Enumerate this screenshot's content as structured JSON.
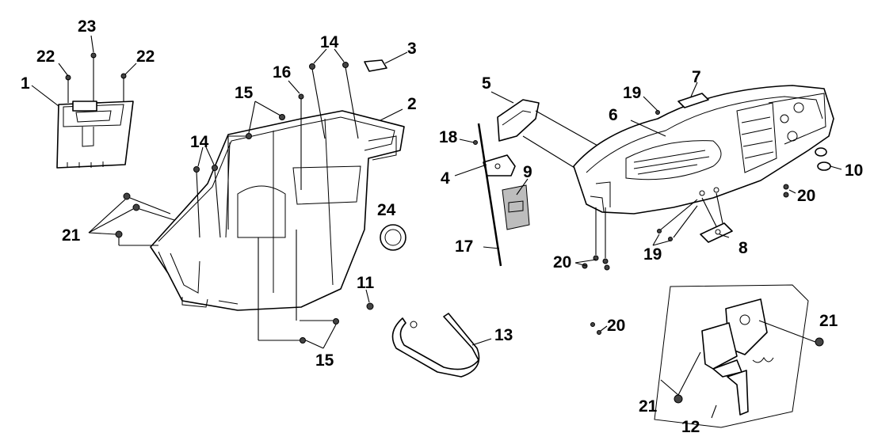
{
  "diagram": {
    "callouts": [
      "1",
      "2",
      "3",
      "4",
      "5",
      "6",
      "7",
      "8",
      "9",
      "10",
      "11",
      "12",
      "13",
      "14",
      "14",
      "15",
      "15",
      "16",
      "17",
      "18",
      "19",
      "19",
      "20",
      "20",
      "20",
      "21",
      "21",
      "21",
      "22",
      "22",
      "23",
      "24"
    ]
  }
}
